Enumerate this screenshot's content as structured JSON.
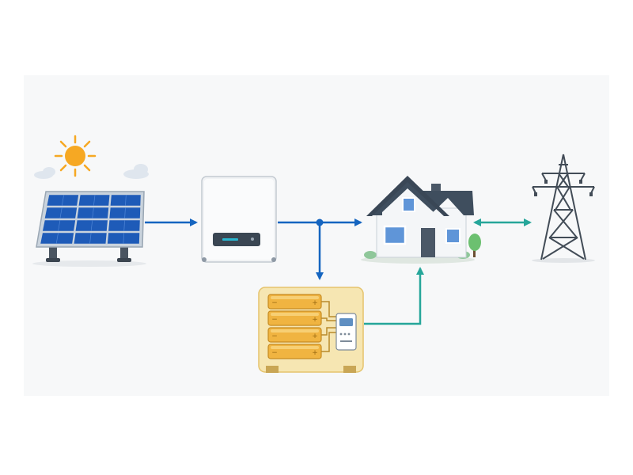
{
  "diagram": {
    "kind": "solar-power-system",
    "nodes": [
      {
        "id": "sun",
        "icon": "sun-icon"
      },
      {
        "id": "solar_panel",
        "icon": "solar-panel-icon"
      },
      {
        "id": "inverter",
        "icon": "inverter-icon"
      },
      {
        "id": "battery",
        "icon": "battery-storage-icon"
      },
      {
        "id": "house",
        "icon": "house-icon"
      },
      {
        "id": "grid",
        "icon": "transmission-tower-icon"
      }
    ],
    "flows": [
      {
        "from": "solar_panel",
        "to": "inverter",
        "style": "one-way",
        "color": "#1565c0"
      },
      {
        "from": "inverter",
        "to": "house",
        "style": "one-way",
        "color": "#1565c0"
      },
      {
        "from": "inverter",
        "to": "battery",
        "style": "one-way",
        "color": "#1565c0"
      },
      {
        "from": "battery",
        "to": "house",
        "style": "one-way",
        "color": "#26a69a"
      },
      {
        "from": "house",
        "to": "grid",
        "style": "two-way",
        "color": "#26a69a"
      }
    ]
  },
  "colors": {
    "background": "#f7f8f9",
    "dc_flow": "#1565c0",
    "ac_flow": "#26a69a",
    "battery_cell": "#f0b441",
    "battery_housing": "#f6e6b2",
    "panel_cell": "#1e5bb8",
    "roof": "#3f4e5e",
    "sun": "#f6a823"
  }
}
